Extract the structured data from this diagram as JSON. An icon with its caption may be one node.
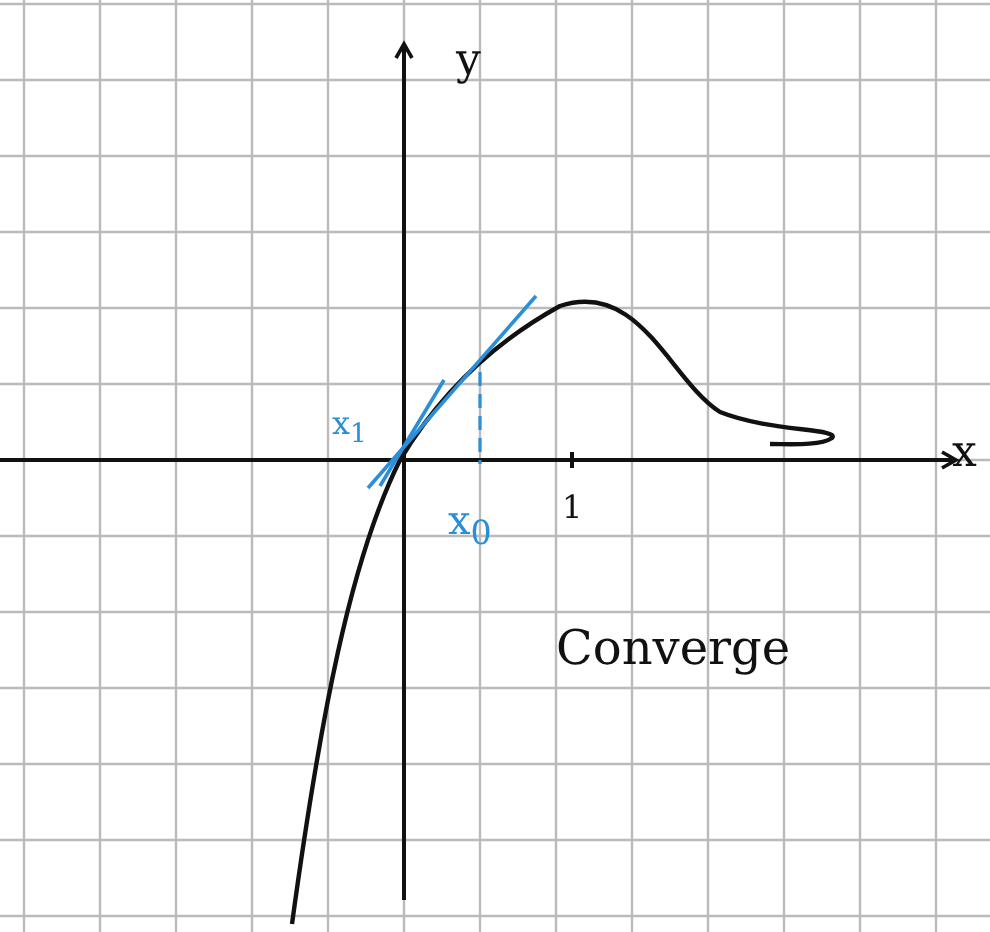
{
  "diagram": {
    "labels": [
      "y",
      "x",
      "x$_{1}$",
      "x$_{0}$",
      "1",
      "Converge"
    ]
  }
}
